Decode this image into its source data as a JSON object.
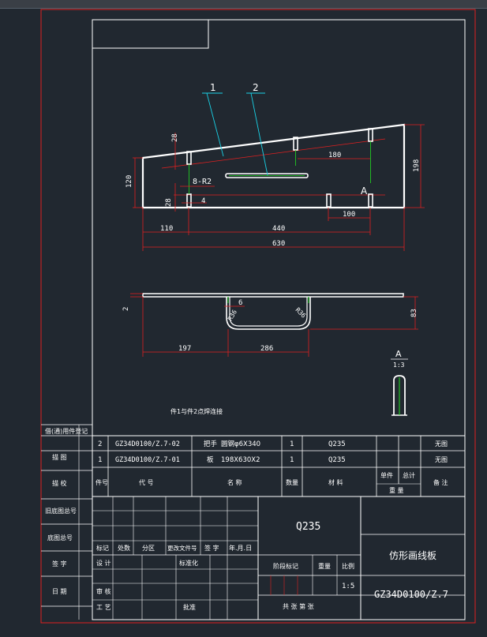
{
  "colors": {
    "background": "#212830",
    "frame_red": "#e02020",
    "outline_white": "#ffffff",
    "leader_cyan": "#19d2e6",
    "weld_green": "#22dd22",
    "dim_text": "#ffffff"
  },
  "plan_view": {
    "balloons": [
      "1",
      "2"
    ],
    "dims": {
      "d28_top": "28",
      "d180": "180",
      "d198": "198",
      "d120": "120",
      "slot": "8-R2",
      "d28_bot": "28",
      "d4": "4",
      "section_mark": "A",
      "d100": "100",
      "d110": "110",
      "d440": "440",
      "d630": "630"
    }
  },
  "section_view": {
    "dims": {
      "d2": "2",
      "d6": "6",
      "r36_left": "R36",
      "r36_right": "R36",
      "d83": "83",
      "d197": "197",
      "d286": "286"
    }
  },
  "detail_view": {
    "label": "A",
    "scale": "1:3"
  },
  "note": "件1与件2点焊连接",
  "left_column_labels": [
    "借(通)用件登记",
    "描 图",
    "描 校",
    "旧底图总号",
    "底图总号",
    "签 字",
    "日 期"
  ],
  "bom": {
    "rows": [
      {
        "no": "2",
        "code": "GZ34D0100/Z.7-02",
        "name": "把手",
        "spec": "圆钢φ6X340",
        "qty": "1",
        "material": "Q235",
        "note": "无图"
      },
      {
        "no": "1",
        "code": "GZ34D0100/Z.7-01",
        "name": "板",
        "spec": "198X630X2",
        "qty": "1",
        "material": "Q235",
        "note": "无图"
      }
    ],
    "header": {
      "no": "件号",
      "code": "代 号",
      "name": "名 称",
      "qty": "数量",
      "material": "材 料",
      "unit": "单件",
      "total": "总计",
      "weight": "重 量",
      "note": "备 注"
    }
  },
  "title_block": {
    "material": "Q235",
    "drawing_name": "仿形画线板",
    "drawing_no": "GZ34D0100/Z.7",
    "row_labels": [
      "标记",
      "处数",
      "分区",
      "更改文件号",
      "签 字",
      "年.月.日"
    ],
    "design": "设 计",
    "standardize": "标准化",
    "review": "审 核",
    "process": "工 艺",
    "approve": "批准",
    "stage_mark": "阶段标记",
    "weight": "重量",
    "scale_label": "比例",
    "scale": "1:5",
    "sheets": "共   张 第   张"
  }
}
